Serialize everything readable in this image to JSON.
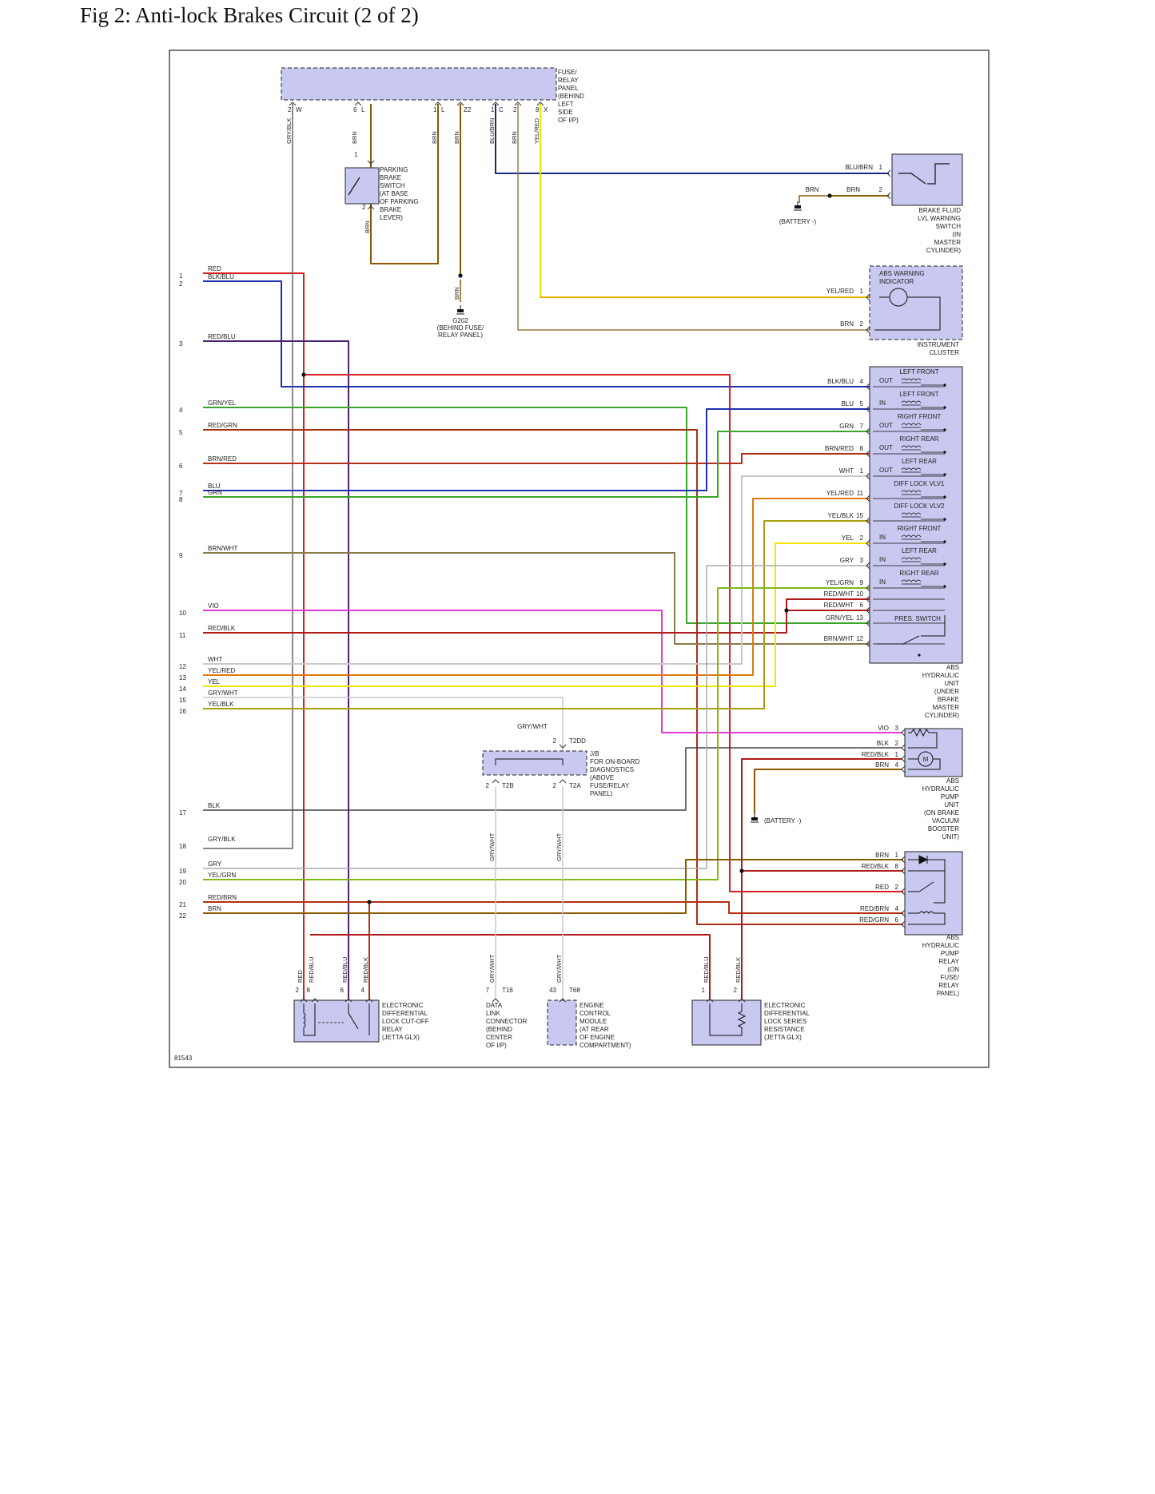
{
  "title": "Fig 2: Anti-lock Brakes Circuit (2 of 2)",
  "figure_id": "81543",
  "colors": {
    "RED": "#d81e1e",
    "BLU": "#1f2fb0",
    "GRN": "#3aa52a",
    "YEL": "#f2e500",
    "BRN": "#8a5a00",
    "VIO": "#e23ad4",
    "WHT": "#c9c9c9",
    "GRY": "#aaaaaa",
    "BLK": "#555555",
    "PUR": "#4a2070",
    "ORN": "#e07a10",
    "OLV": "#8a8a1a",
    "box": "#c8c8f0",
    "frame": "#222222"
  },
  "left_wires": [
    {
      "num": "1",
      "label": "RED"
    },
    {
      "num": "2",
      "label": "BLK/BLU"
    },
    {
      "num": "3",
      "label": "RED/BLU"
    },
    {
      "num": "4",
      "label": "GRN/YEL"
    },
    {
      "num": "5",
      "label": "RED/GRN"
    },
    {
      "num": "6",
      "label": "BRN/RED"
    },
    {
      "num": "7",
      "label": "BLU"
    },
    {
      "num": "8",
      "label": "GRN"
    },
    {
      "num": "9",
      "label": "BRN/WHT"
    },
    {
      "num": "10",
      "label": "VIO"
    },
    {
      "num": "11",
      "label": "RED/BLK"
    },
    {
      "num": "12",
      "label": "WHT"
    },
    {
      "num": "13",
      "label": "YEL/RED"
    },
    {
      "num": "14",
      "label": "YEL"
    },
    {
      "num": "15",
      "label": "GRY/WHT"
    },
    {
      "num": "16",
      "label": "YEL/BLK"
    },
    {
      "num": "17",
      "label": "BLK"
    },
    {
      "num": "18",
      "label": "GRY/BLK"
    },
    {
      "num": "19",
      "label": "GRY"
    },
    {
      "num": "20",
      "label": "YEL/GRN"
    },
    {
      "num": "21",
      "label": "RED/BRN"
    },
    {
      "num": "22",
      "label": "BRN"
    }
  ],
  "fuse_panel": {
    "label": [
      "FUSE/",
      "RELAY",
      "PANEL",
      "(BEHIND",
      "LEFT",
      "SIDE",
      "OF I/P)"
    ],
    "pins": [
      {
        "num": "2",
        "term": "W",
        "wire": "GRY/BLK"
      },
      {
        "num": "6",
        "term": "L",
        "wire": "BRN"
      },
      {
        "num": "1",
        "term": "L",
        "wire": "BRN"
      },
      {
        "num": "",
        "term": "Z2",
        "wire": "BRN"
      },
      {
        "num": "1",
        "term": "C",
        "wire": "BLU/BRN"
      },
      {
        "num": "2",
        "term": "",
        "wire": "BRN"
      },
      {
        "num": "8",
        "term": "X",
        "wire": "YEL/RED"
      }
    ]
  },
  "parking_brake": {
    "label": [
      "PARKING",
      "BRAKE",
      "SWITCH",
      "(AT BASE",
      "OF PARKING",
      "BRAKE",
      "LEVER)"
    ],
    "pin_top": "1",
    "pin_bottom": "2",
    "wire": "BRN"
  },
  "ground_g202": {
    "wire": "BRN",
    "label": [
      "G202",
      "(BEHIND FUSE/",
      "RELAY PANEL)"
    ]
  },
  "brake_fluid": {
    "label": [
      "BRAKE FLUID",
      "LVL WARNING",
      "SWITCH",
      "(IN",
      "MASTER",
      "CYLINDER)"
    ],
    "pins": [
      {
        "wire": "BLU/BRN",
        "num": "1"
      },
      {
        "wire": "BRN",
        "num": "2"
      }
    ],
    "ground_wire": "BRN",
    "ground_label": "(BATTERY -)"
  },
  "instrument_cluster": {
    "inner": [
      "ABS WARNING",
      "INDICATOR"
    ],
    "label": [
      "INSTRUMENT",
      "CLUSTER"
    ],
    "pins": [
      {
        "wire": "YEL/RED",
        "num": "1"
      },
      {
        "wire": "BRN",
        "num": "2"
      }
    ]
  },
  "hydraulic_unit": {
    "label": [
      "ABS",
      "HYDRAULIC",
      "UNIT",
      "(UNDER",
      "BRAKE",
      "MASTER",
      "CYLINDER)"
    ],
    "pins": [
      {
        "wire": "BLK/BLU",
        "num": "4",
        "dir": "OUT"
      },
      {
        "wire": "BLU",
        "num": "5",
        "dir": "IN"
      },
      {
        "wire": "GRN",
        "num": "7",
        "dir": "OUT"
      },
      {
        "wire": "BRN/RED",
        "num": "8",
        "dir": "OUT"
      },
      {
        "wire": "WHT",
        "num": "1",
        "dir": "OUT"
      },
      {
        "wire": "YEL/RED",
        "num": "11",
        "dir": ""
      },
      {
        "wire": "YEL/BLK",
        "num": "15",
        "dir": ""
      },
      {
        "wire": "YEL",
        "num": "2",
        "dir": "IN"
      },
      {
        "wire": "GRY",
        "num": "3",
        "dir": "IN"
      },
      {
        "wire": "YEL/GRN",
        "num": "9",
        "dir": "IN"
      },
      {
        "wire": "RED/WHT",
        "num": "10",
        "dir": ""
      },
      {
        "wire": "RED/WHT",
        "num": "6",
        "dir": ""
      },
      {
        "wire": "GRN/YEL",
        "num": "13",
        "dir": ""
      },
      {
        "wire": "BRN/WHT",
        "num": "12",
        "dir": ""
      }
    ],
    "valves": [
      "LEFT FRONT",
      "LEFT FRONT",
      "RIGHT FRONT",
      "RIGHT REAR",
      "LEFT REAR",
      "DIFF LOCK VLV1",
      "DIFF LOCK VLV2",
      "RIGHT FRONT",
      "LEFT REAR",
      "RIGHT REAR"
    ],
    "pres_switch": "PRES. SWITCH"
  },
  "obd_jb": {
    "label": [
      "J/B",
      "FOR ON-BOARD",
      "DIAGNOSTICS",
      "(ABOVE",
      "FUSE/RELAY",
      "PANEL)"
    ],
    "top_wire": "GRY/WHT",
    "top_num": "2",
    "top_conn": "T2DD",
    "bottom": [
      {
        "num": "2",
        "conn": "T2B",
        "wire": "GRY/WHT"
      },
      {
        "num": "2",
        "conn": "T2A",
        "wire": "GRY/WHT"
      }
    ]
  },
  "pump_unit": {
    "label": [
      "ABS",
      "HYDRAULIC",
      "PUMP",
      "UNIT",
      "(ON BRAKE",
      "VACUUM",
      "BOOSTER",
      "UNIT)"
    ],
    "pins": [
      {
        "wire": "VIO",
        "num": "3"
      },
      {
        "wire": "BLK",
        "num": "2"
      },
      {
        "wire": "RED/BLK",
        "num": "1"
      },
      {
        "wire": "BRN",
        "num": "4"
      }
    ],
    "ground_label": "(BATTERY -)",
    "motor": "M"
  },
  "pump_relay": {
    "label": [
      "ABS",
      "HYDRAULIC",
      "PUMP",
      "RELAY",
      "(ON",
      "FUSE/",
      "RELAY",
      "PANEL)"
    ],
    "pins": [
      {
        "wire": "BRN",
        "num": "1"
      },
      {
        "wire": "RED/BLK",
        "num": "8"
      },
      {
        "wire": "RED",
        "num": "2"
      },
      {
        "wire": "RED/BRN",
        "num": "4"
      },
      {
        "wire": "RED/GRN",
        "num": "6"
      }
    ]
  },
  "cutoff_relay": {
    "label": [
      "ELECTRONIC",
      "DIFFERENTIAL",
      "LOCK CUT-OFF",
      "RELAY",
      "(JETTA GLX)"
    ],
    "pins": [
      {
        "wire": "RED",
        "num": "2"
      },
      {
        "wire": "RED/BLU",
        "num": "8"
      },
      {
        "wire": "RED/BLU",
        "num": "6"
      },
      {
        "wire": "RED/BLK",
        "num": "4"
      }
    ]
  },
  "dlc": {
    "label": [
      "DATA",
      "LINK",
      "CONNECTOR",
      "(BEHIND",
      "CENTER",
      "OF I/P)"
    ],
    "wire": "GRY/WHT",
    "num": "7",
    "conn": "T16"
  },
  "ecm": {
    "label": [
      "ENGINE",
      "CONTROL",
      "MODULE",
      "(AT REAR",
      "OF ENGINE",
      "COMPARTMENT)"
    ],
    "wire": "GRY/WHT",
    "num": "43",
    "conn": "T68"
  },
  "series_res": {
    "label": [
      "ELECTRONIC",
      "DIFFERENTIAL",
      "LOCK SERIES",
      "RESISTANCE",
      "(JETTA GLX)"
    ],
    "pins": [
      {
        "wire": "RED/BLU",
        "num": "1"
      },
      {
        "wire": "RED/BLK",
        "num": "2"
      }
    ]
  }
}
